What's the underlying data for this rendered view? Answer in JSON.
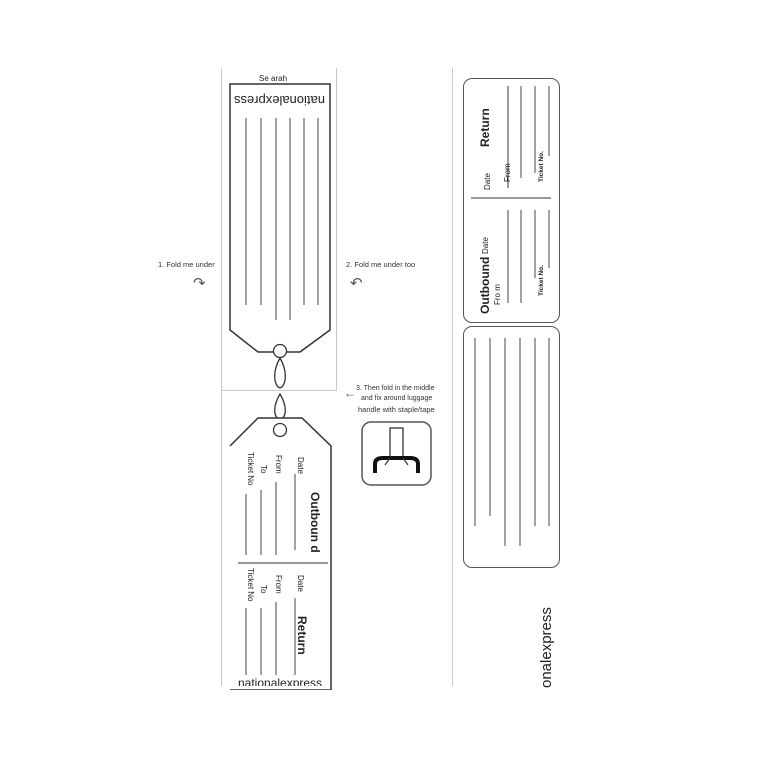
{
  "top_tag": {
    "header_text": "Se arah",
    "brand": "nationalexpress"
  },
  "instructions": {
    "step1": "1. Fold me under",
    "step2": "2. Fold me under too",
    "step3_line1": "3. Then fold in the middle",
    "step3_line2": "and fix around luggage",
    "step3_line3": "handle with staple/tape"
  },
  "bottom_tag": {
    "outbound_title": "Outboun d",
    "return_title": "Return",
    "date_label": "Date",
    "from_label": "From",
    "to_label": "To",
    "ticket_label": "Ticket No",
    "brand": "nationalexpress"
  },
  "right_card": {
    "return_title": "Return",
    "outbound_title": "Outbound",
    "date_label": "Date",
    "date_label_2": "Date",
    "from_label": "From",
    "from_label_2": "Fro m",
    "ticket_label": "Ticket No.",
    "ticket_label_2": "Ticket No."
  },
  "right_brand": "onalexpress",
  "icons": {
    "fold_arrow_left": "curved-arrow-icon",
    "fold_arrow_right": "curved-arrow-icon",
    "step3_arrow": "left-arrow-icon",
    "handle": "luggage-handle-icon"
  }
}
